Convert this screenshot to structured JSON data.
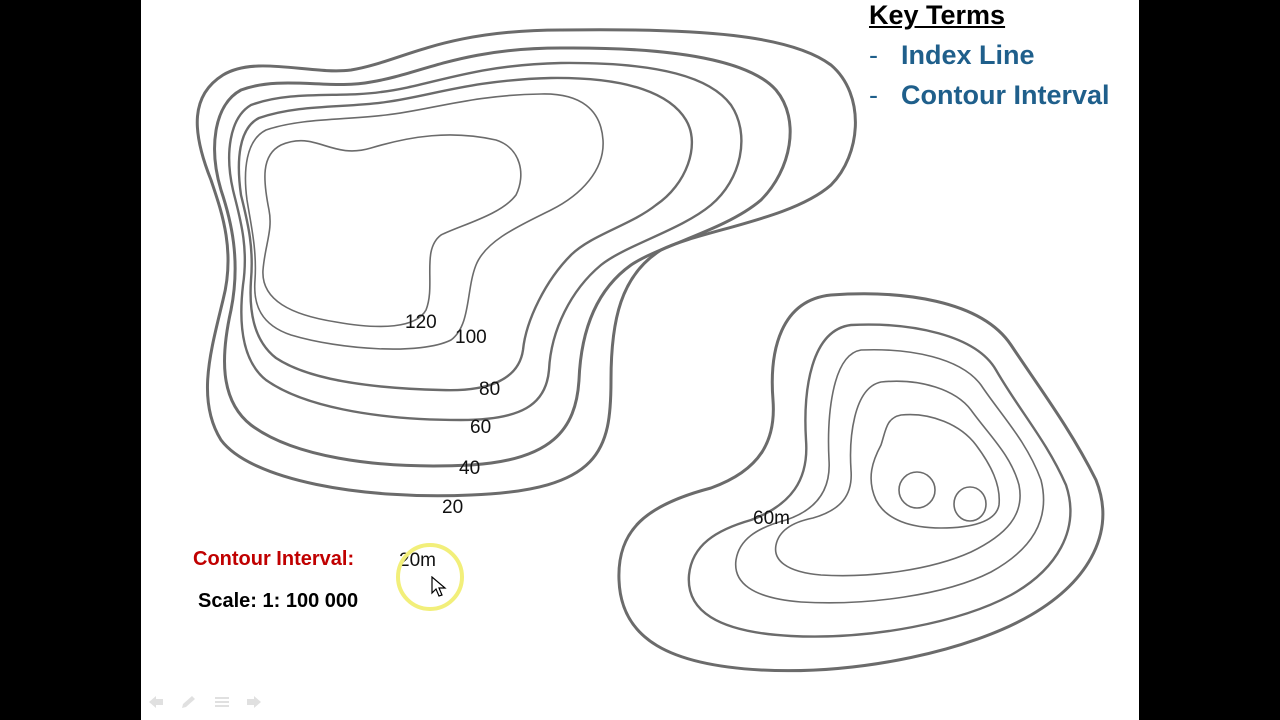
{
  "key_terms": {
    "title": "Key Terms",
    "items": [
      {
        "dash": "-",
        "label": "Index Line"
      },
      {
        "dash": "-",
        "label": "Contour Interval"
      }
    ]
  },
  "map": {
    "hill_one_labels": [
      "120",
      "100",
      "80",
      "60",
      "40",
      "20"
    ],
    "hill_two_label": "60m"
  },
  "legend": {
    "contour_interval_label": "Contour Interval:",
    "contour_interval_value": "20m",
    "scale_text": "Scale: 1: 100 000"
  },
  "colors": {
    "key_title": "#000000",
    "key_items": "#1f5f8b",
    "contour_interval_label": "#c00000",
    "highlight": "#f2ef7a",
    "contour_lines": "#6b6b6b"
  },
  "icons": [
    "cursor-icon",
    "prev-slide-icon",
    "pen-icon",
    "menu-icon",
    "next-slide-icon"
  ]
}
